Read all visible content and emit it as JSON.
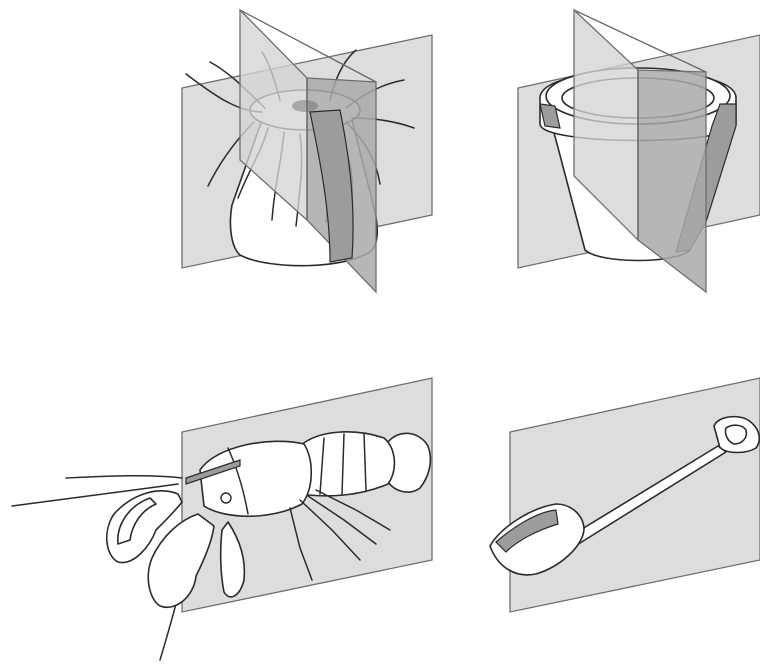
{
  "figure": {
    "panels": [
      {
        "id": "sea-anemone",
        "subject": "sea-anemone",
        "symmetry": "radial",
        "planes": 2
      },
      {
        "id": "flower-pot",
        "subject": "flower-pot",
        "symmetry": "radial",
        "planes": 2
      },
      {
        "id": "crayfish",
        "subject": "crayfish",
        "symmetry": "bilateral",
        "planes": 1
      },
      {
        "id": "spade",
        "subject": "spade",
        "symmetry": "bilateral",
        "planes": 1
      }
    ],
    "colors": {
      "plane": "#d3d3d3",
      "plane_shadow": "#a9a9a9",
      "cut_section": "#9c9c9c",
      "outline": "#2b2b2b",
      "background": "#ffffff"
    }
  }
}
